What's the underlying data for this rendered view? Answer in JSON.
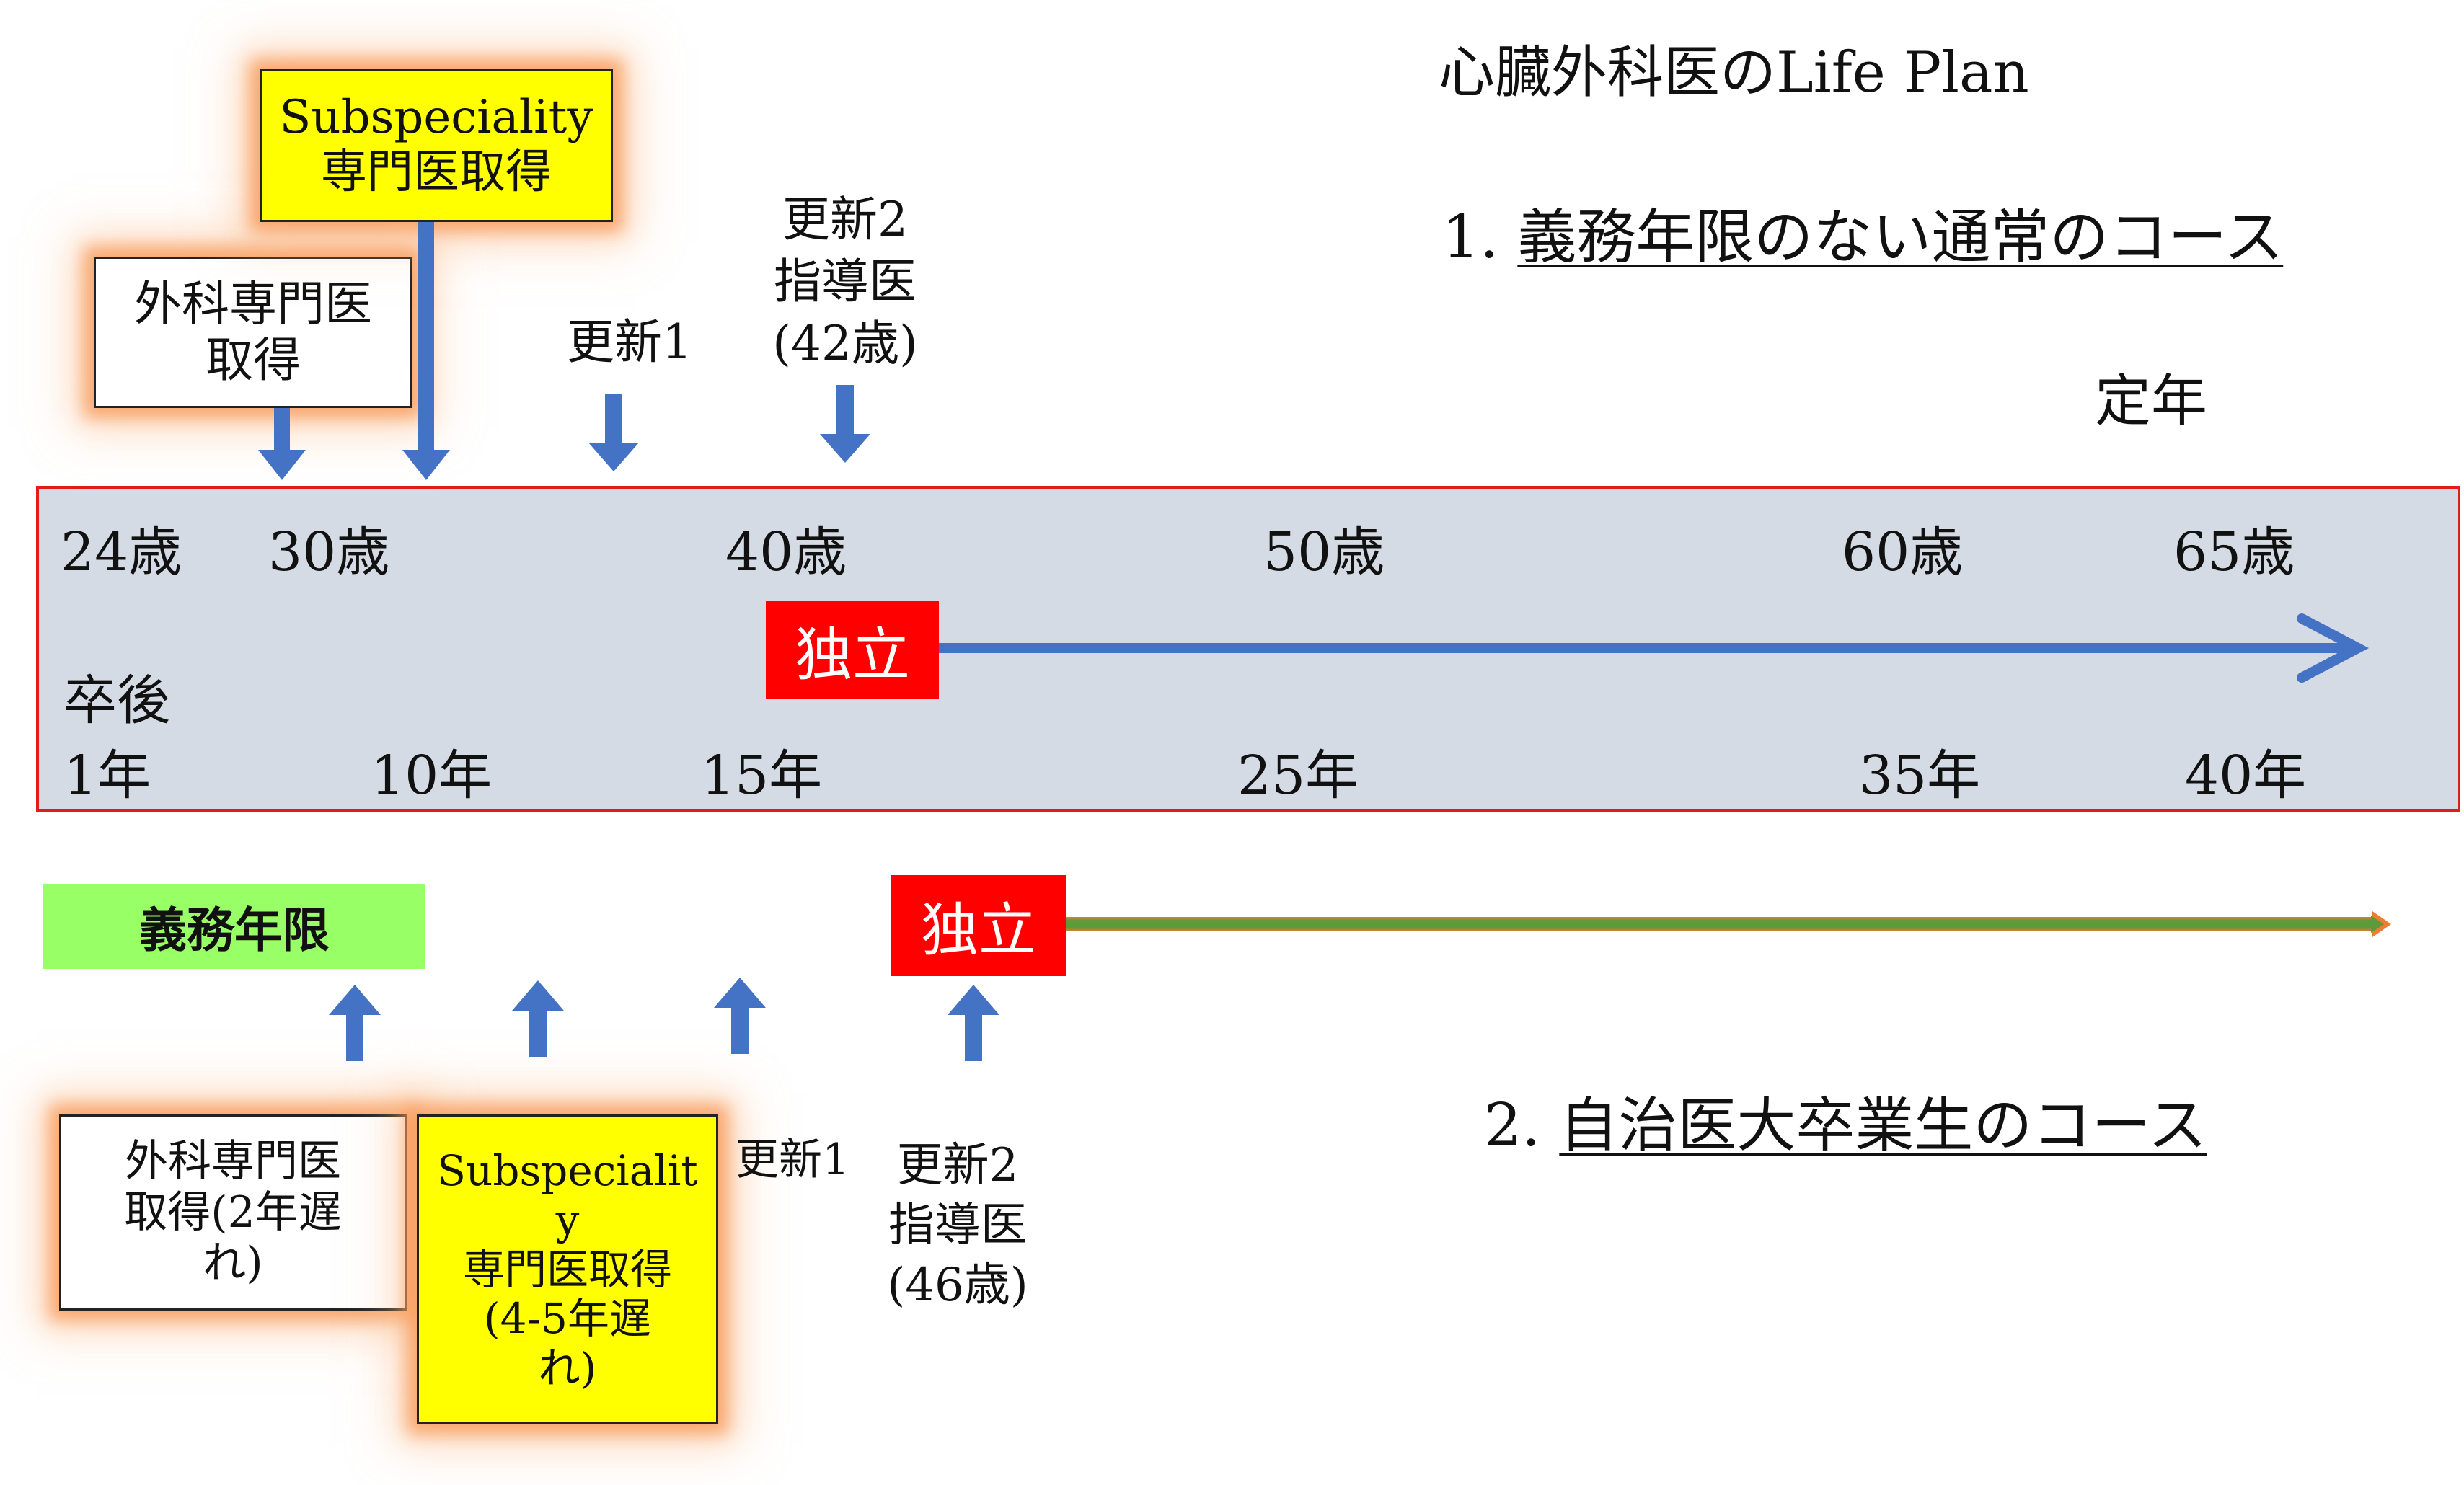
{
  "title": "心臓外科医のLife Plan",
  "course1": {
    "num": "1.",
    "text": "義務年限のない通常のコース"
  },
  "course2": {
    "num": "2.",
    "text": "自治医大卒業生のコース"
  },
  "retirement": "定年",
  "ages": [
    "24歳",
    "30歳",
    "40歳",
    "50歳",
    "60歳",
    "65歳"
  ],
  "years_label": "卒後",
  "years": [
    "1年",
    "10年",
    "15年",
    "25年",
    "35年",
    "40年"
  ],
  "course1_events": {
    "surgery_specialist": [
      "外科専門医",
      "取得"
    ],
    "subspecialty": [
      "Subspeciality",
      "専門医取得"
    ],
    "renewal1": "更新1",
    "renewal2": [
      "更新2",
      "指導医",
      "(42歳)"
    ],
    "independence": "独立"
  },
  "course2_events": {
    "obligation": "義務年限",
    "surgery_specialist": [
      "外科専門医",
      "取得(2年遅",
      "れ)"
    ],
    "subspecialty": [
      "Subspecialit",
      "y",
      "専門医取得",
      "(4-5年遅",
      "れ)"
    ],
    "renewal1": "更新1",
    "renewal2": [
      "更新2",
      "指導医",
      "(46歳)"
    ],
    "independence": "独立"
  },
  "colors": {
    "band_fill": "#d5dbe5",
    "band_border": "#e31b1b",
    "arrow_blue": "#4472c4",
    "badge_red": "#ff0000",
    "highlight_yellow": "#ffff00",
    "obligation_green": "#99ff66",
    "course2_line_green": "#5b9b3a",
    "course2_line_orange": "#ed7d31",
    "glow_orange": "#f79450"
  }
}
